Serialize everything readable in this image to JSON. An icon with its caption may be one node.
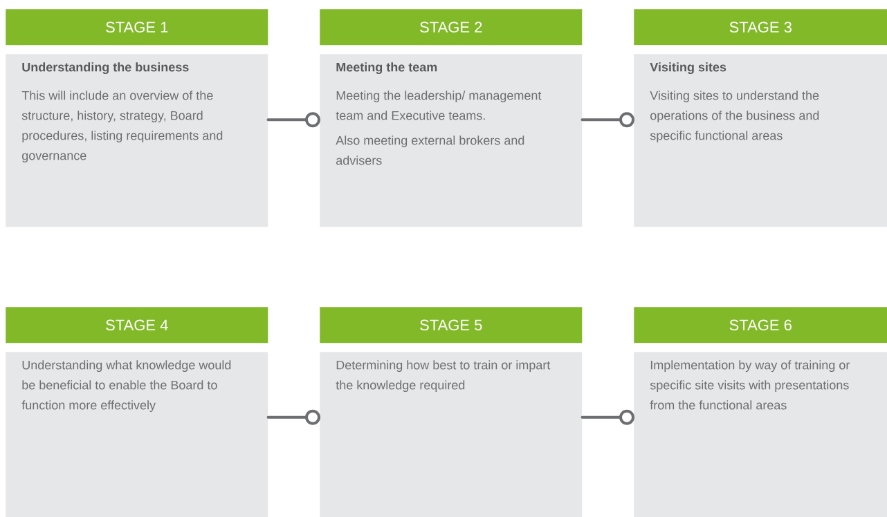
{
  "diagram": {
    "nodes": [
      {
        "text": [
          "STAGE 1"
        ]
      },
      {
        "text": [
          "Understanding the business",
          "This will include an overview of the structure, history, strategy, Board procedures, listing requirements and governance"
        ]
      },
      {
        "text": [
          "STAGE 2"
        ]
      },
      {
        "text": [
          "Meeting the team",
          "Meeting the leadership/ management team and Executive teams.",
          "Also meeting external brokers and advisers"
        ]
      },
      {
        "text": [
          "STAGE 3"
        ]
      },
      {
        "text": [
          "Visiting sites",
          "Visiting sites to understand the operations of the business and specific functional areas"
        ]
      },
      {
        "text": [
          "STAGE 4"
        ]
      },
      {
        "text": [
          "Understanding what knowledge would be beneficial to enable the Board to function more effectively"
        ]
      },
      {
        "text": [
          "STAGE 5"
        ]
      },
      {
        "text": [
          "Determining how best to train or impart the knowledge required"
        ]
      },
      {
        "text": [
          "STAGE 6"
        ]
      },
      {
        "text": [
          "Implementation by way of training or specific site visits with presentations from the functional areas"
        ]
      }
    ],
    "edges": [
      {
        "from": 1,
        "to": 3,
        "arrow": "other"
      },
      {
        "from": 3,
        "to": 5,
        "arrow": "other"
      },
      {
        "from": 7,
        "to": 9,
        "arrow": "other"
      },
      {
        "from": 9,
        "to": 11,
        "arrow": "other"
      }
    ]
  }
}
